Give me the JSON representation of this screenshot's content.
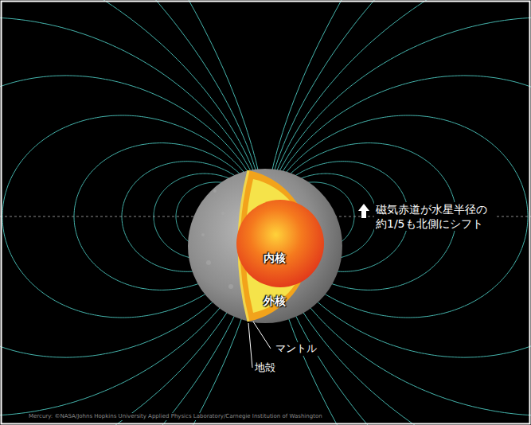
{
  "diagram": {
    "labels": [
      "磁気赤道が水星半径の 約1/5も北側にシフト",
      "内核",
      "外核",
      "マントル",
      "地殻",
      "Mercury: ©NASA/Johns Hopkins University Applied Physics Laboratory/Carnegie Institution of Washington"
    ]
  }
}
